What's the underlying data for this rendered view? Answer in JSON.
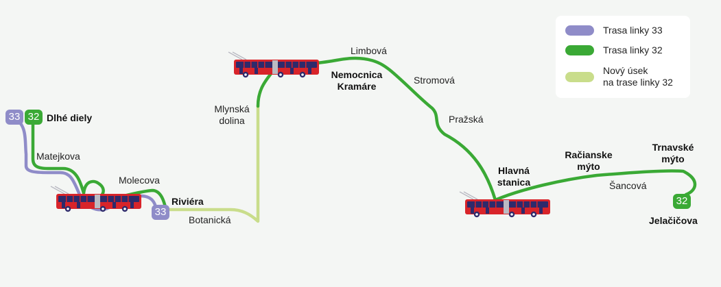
{
  "colors": {
    "line33": "#8f8cc8",
    "line32": "#3aa935",
    "new32": "#c9dd8b",
    "bus_body": "#d8242a",
    "bus_window": "#2e2a6b",
    "background": "#f4f6f4"
  },
  "legend": {
    "line33": "Trasa linky 33",
    "line32": "Trasa linky 32",
    "new_line1": "Nový úsek",
    "new_line2": "na trase linky 32"
  },
  "badges": {
    "b33_start": "33",
    "b32_start": "32",
    "b33_end": "33",
    "b32_end": "32"
  },
  "stops": {
    "dlhe_diely": "Dlhé diely",
    "riviera": "Riviéra",
    "nemocnica_1": "Nemocnica",
    "nemocnica_2": "Kramáre",
    "hlavna_1": "Hlavná",
    "hlavna_2": "stanica",
    "racianske_1": "Račianske",
    "racianske_2": "mýto",
    "trnavske_1": "Trnavské",
    "trnavske_2": "mýto",
    "jelacicova": "Jelačičova"
  },
  "streets": {
    "matejkova": "Matejkova",
    "molecova": "Molecova",
    "botanicka": "Botanická",
    "mlynska_1": "Mlynská",
    "mlynska_2": "dolina",
    "limbova": "Limbová",
    "stromova": "Stromová",
    "prazska": "Pražská",
    "sancova": "Šancová"
  },
  "icons": [
    "trolleybus-icon"
  ]
}
